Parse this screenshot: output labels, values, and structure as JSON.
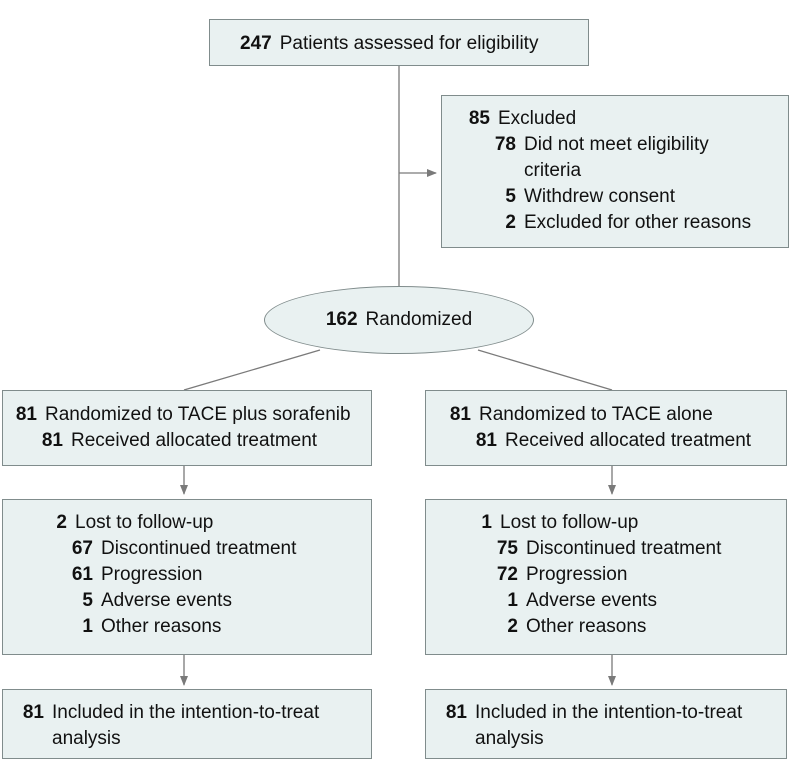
{
  "assessed": {
    "count": "247",
    "label": "Patients assessed for eligibility"
  },
  "excluded": {
    "count": "85",
    "label": "Excluded",
    "reasons": [
      {
        "count": "78",
        "label": "Did not meet eligibility criteria"
      },
      {
        "count": "5",
        "label": "Withdrew consent"
      },
      {
        "count": "2",
        "label": "Excluded for other reasons"
      }
    ]
  },
  "randomized": {
    "count": "162",
    "label": "Randomized"
  },
  "arms": [
    {
      "allocation": {
        "count": "81",
        "label": "Randomized to TACE plus sorafenib"
      },
      "received": {
        "count": "81",
        "label": "Received allocated treatment"
      },
      "lost": {
        "count": "2",
        "label": "Lost to follow-up"
      },
      "discontinued": {
        "count": "67",
        "label": "Discontinued treatment"
      },
      "progression": {
        "count": "61",
        "label": "Progression"
      },
      "adverse": {
        "count": "5",
        "label": "Adverse events"
      },
      "other": {
        "count": "1",
        "label": "Other reasons"
      },
      "analysis": {
        "count": "81",
        "label": "Included in the intention-to-treat analysis"
      }
    },
    {
      "allocation": {
        "count": "81",
        "label": "Randomized to TACE alone"
      },
      "received": {
        "count": "81",
        "label": "Received allocated treatment"
      },
      "lost": {
        "count": "1",
        "label": "Lost to follow-up"
      },
      "discontinued": {
        "count": "75",
        "label": "Discontinued treatment"
      },
      "progression": {
        "count": "72",
        "label": "Progression"
      },
      "adverse": {
        "count": "1",
        "label": "Adverse events"
      },
      "other": {
        "count": "2",
        "label": "Other reasons"
      },
      "analysis": {
        "count": "81",
        "label": "Included in the intention-to-treat analysis"
      }
    }
  ],
  "colors": {
    "box_fill": "#e9f1f1",
    "border": "#808c8c",
    "line": "#7a7a7a"
  }
}
